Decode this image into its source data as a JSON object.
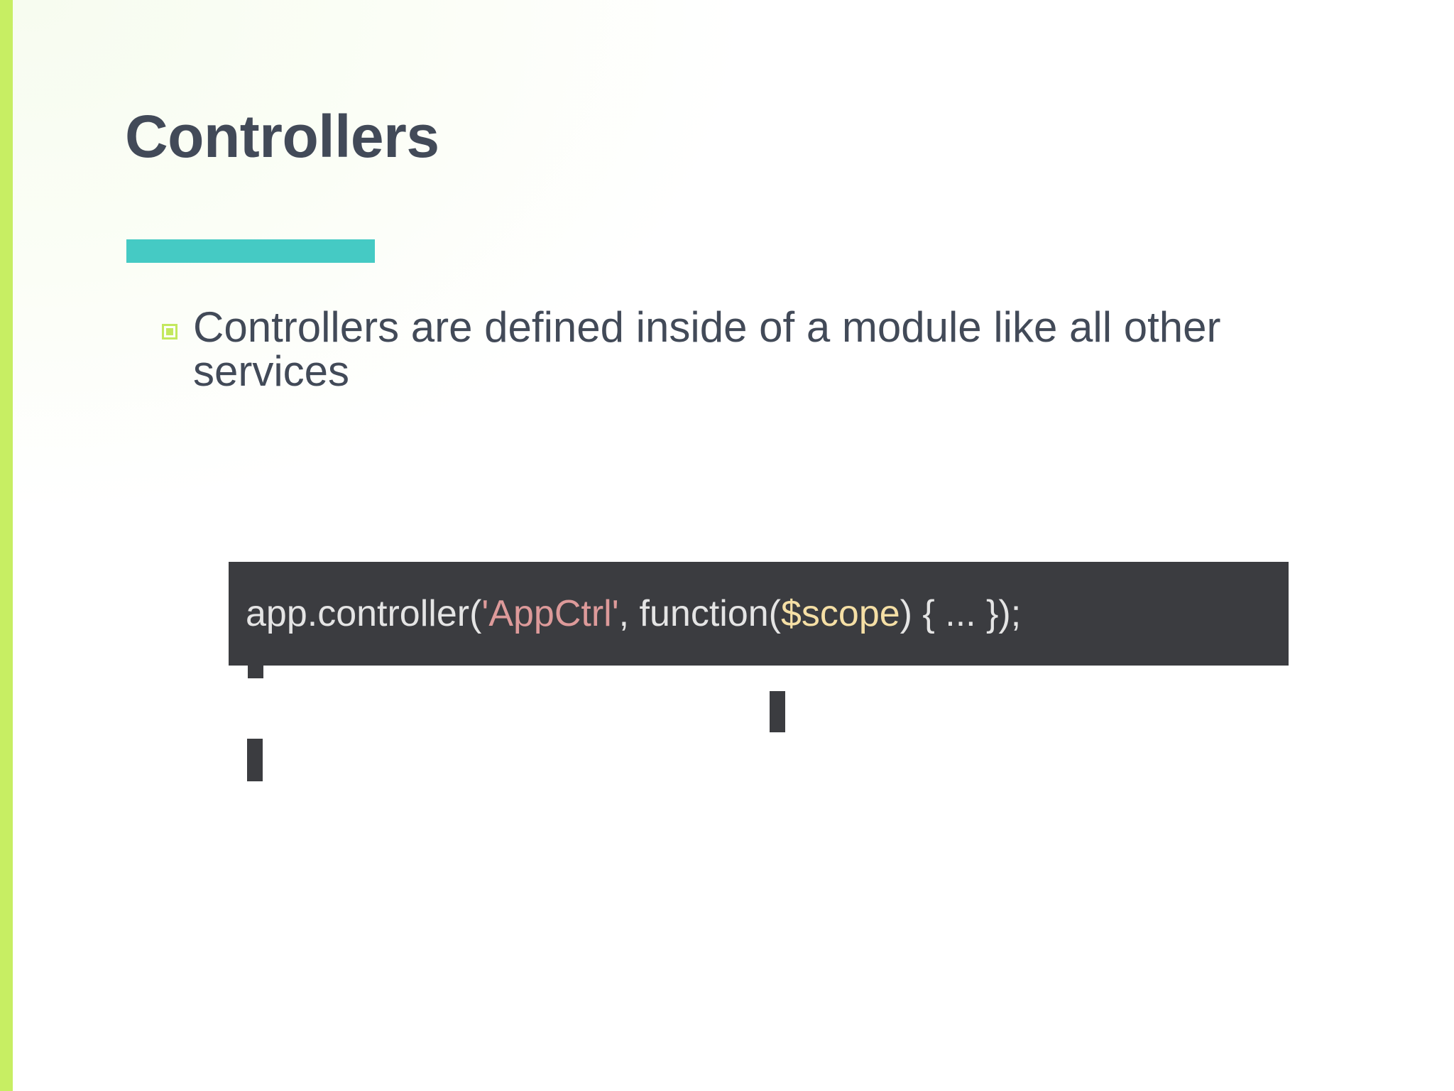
{
  "slide": {
    "title": "Controllers",
    "theme": {
      "edge_bar_color": "#c7ee63",
      "accent_bar_color": "#45cac4",
      "title_color": "#424a58",
      "body_text_color": "#424a58",
      "bullet_marker_color": "#c3e85e",
      "code_background": "#3b3c40"
    },
    "bullets": [
      {
        "text": "Controllers are defined inside of a module like all other services",
        "marker": "square-bullet-icon"
      }
    ],
    "code": {
      "language": "javascript",
      "full_text": "app.controller('AppCtrl', function($scope) { ... });",
      "tokens": [
        {
          "text": "app.controller(",
          "type": "plain",
          "color": "#e4e4e4"
        },
        {
          "text": "'AppCtrl'",
          "type": "string",
          "color": "#dd9a9a"
        },
        {
          "text": ", function(",
          "type": "plain",
          "color": "#e4e4e4"
        },
        {
          "text": "$scope",
          "type": "param",
          "color": "#f5dfa5"
        },
        {
          "text": ") { ... });",
          "type": "plain",
          "color": "#e4e4e4"
        }
      ]
    },
    "markers": [
      {
        "name": "tick-under-code-left",
        "color": "#3b3c40"
      },
      {
        "name": "tick-under-scope",
        "color": "#3b3c40"
      },
      {
        "name": "tick-under-controller-name",
        "color": "#3b3c40"
      }
    ]
  }
}
